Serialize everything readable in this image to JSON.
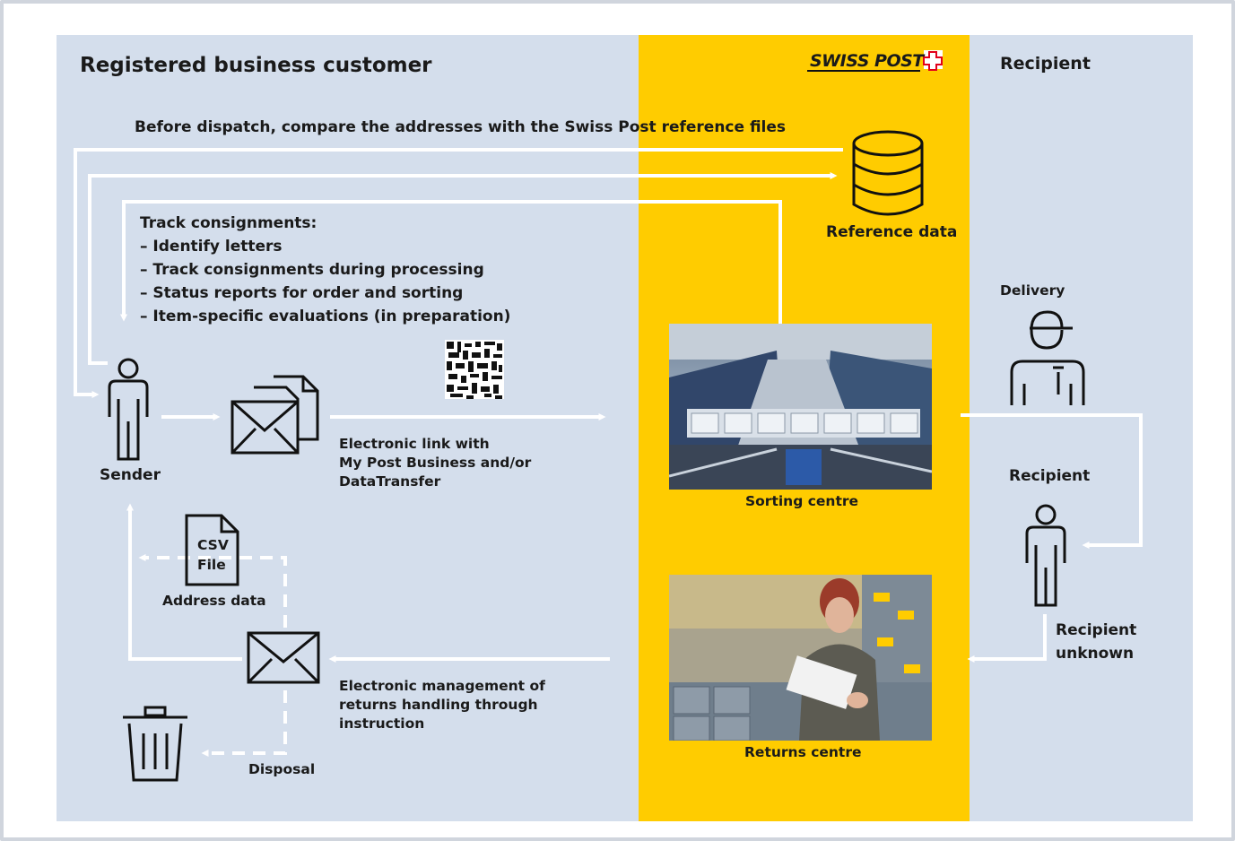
{
  "headers": {
    "left": "Registered business customer",
    "right": "Recipient",
    "logo": "SWISS POST"
  },
  "flow": {
    "compare_note": "Before dispatch, compare the addresses with the Swiss Post reference files",
    "track_title": "Track consignments:",
    "track_items": [
      "– Identify letters",
      "– Track consignments during processing",
      "– Status reports for order and sorting",
      "– Item-specific evaluations (in preparation)"
    ],
    "reference_data": "Reference data",
    "sender": "Sender",
    "electronic_link": "Electronic link with\nMy Post Business and/or\nDataTransfer",
    "sorting_centre": "Sorting centre",
    "returns_centre": "Returns centre",
    "delivery": "Delivery",
    "recipient": "Recipient",
    "recipient_unknown": "Recipient\nunknown",
    "csv_line1": "CSV",
    "csv_line2": "File",
    "address_data": "Address data",
    "returns_mgmt": "Electronic management of\nreturns handling through\ninstruction",
    "disposal": "Disposal"
  },
  "colors": {
    "panel_blue": "#d4deec",
    "swiss_post_yellow": "#ffcc00",
    "swiss_red": "#e2001a"
  },
  "icons": [
    "person-icon",
    "envelope-icon",
    "document-icon",
    "qr-code-icon",
    "database-icon",
    "postman-icon",
    "csv-file-icon",
    "trash-icon"
  ]
}
